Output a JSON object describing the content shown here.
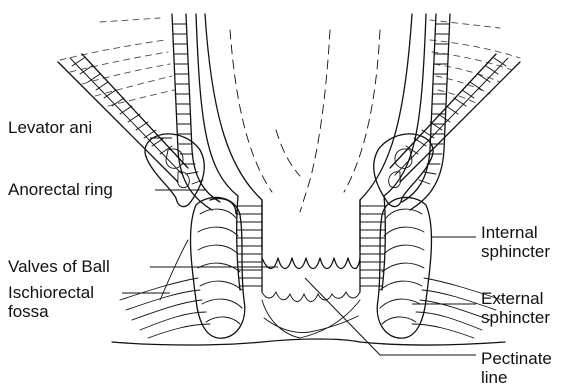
{
  "labels": {
    "levator_ani": "Levator ani",
    "anorectal_ring": "Anorectal ring",
    "valves_of_ball": "Valves of Ball",
    "ischiorectal_fossa": "Ischiorectal\nfossa",
    "internal_sphincter": "Internal\nsphincter",
    "external_sphincter": "External\nsphincter",
    "pectinate_line": "Pectinate\nline"
  }
}
